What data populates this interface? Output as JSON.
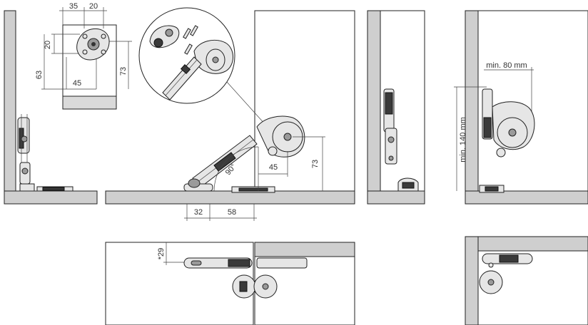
{
  "colors": {
    "background": "#ffffff",
    "panel": "#cfcfcf",
    "line": "#222222",
    "text": "#333333",
    "metal": "#e6e6e6",
    "dark": "#3a3a3a"
  },
  "plate_detail": {
    "dim_top_a": "35",
    "dim_top_b": "20",
    "dim_left_inner": "20",
    "dim_left_outer": "63",
    "dim_bottom": "45",
    "dim_right": "73"
  },
  "main_view": {
    "angle": "90°",
    "dim_horizontal": "45",
    "dim_vertical": "73",
    "dim_bottom_a": "32",
    "dim_bottom_b": "58"
  },
  "clearance_view": {
    "min_width": "min. 80 mm",
    "min_height": "min. 140 mm"
  },
  "bottom_view": {
    "dim_offset": "*29"
  },
  "icons": [
    "hinge-mechanism-icon",
    "mounting-plate-icon",
    "detail-callout-icon"
  ]
}
